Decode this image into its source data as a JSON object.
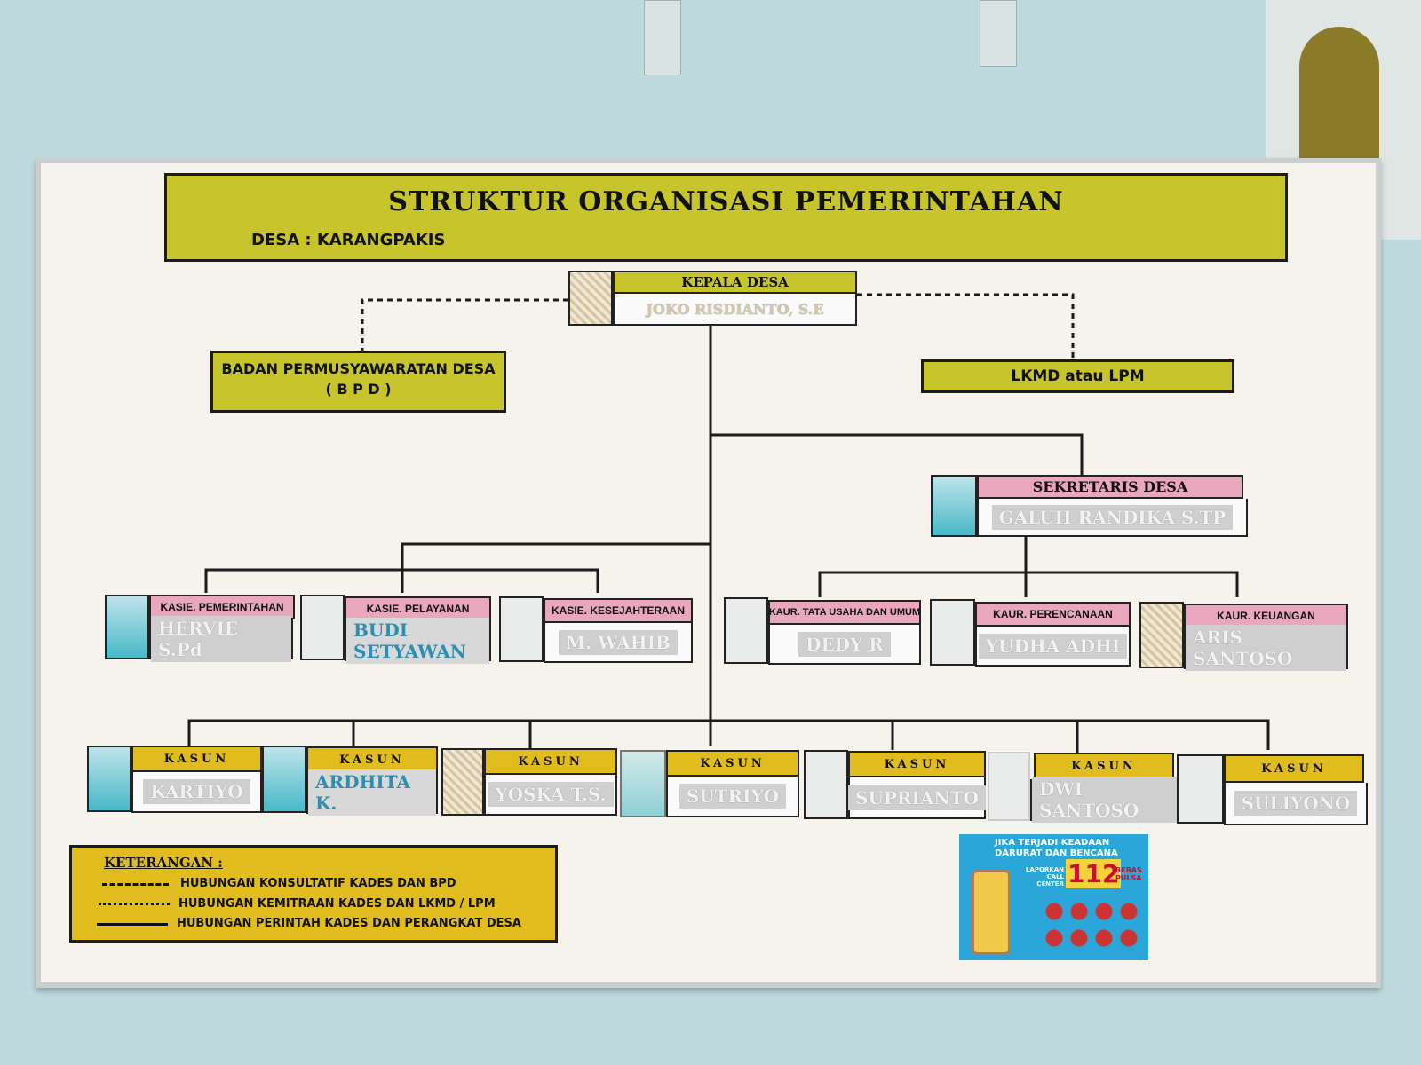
{
  "title": "STRUKTUR ORGANISASI PEMERINTAHAN",
  "village": "DESA : KARANGPAKIS",
  "head": {
    "role": "KEPALA DESA",
    "name": "JOKO RISDIANTO, S.E"
  },
  "bpd": {
    "line1": "BADAN PERMUSYAWARATAN DESA",
    "line2": "( B P D )"
  },
  "lkmd": "LKMD atau LPM",
  "secretary": {
    "role": "SEKRETARIS DESA",
    "name": "GALUH RANDIKA S.TP"
  },
  "kasie": [
    {
      "role": "KASIE. PEMERINTAHAN",
      "name": "HERVIE S.Pd"
    },
    {
      "role": "KASIE. PELAYANAN",
      "name": "BUDI SETYAWAN"
    },
    {
      "role": "KASIE. KESEJAHTERAAN",
      "name": "M. WAHIB"
    }
  ],
  "kaur": [
    {
      "role": "KAUR. TATA USAHA DAN UMUM",
      "name": "DEDY R"
    },
    {
      "role": "KAUR. PERENCANAAN",
      "name": "YUDHA ADHI"
    },
    {
      "role": "KAUR. KEUANGAN",
      "name": "ARIS SANTOSO"
    }
  ],
  "kasun": [
    {
      "role": "KASUN",
      "name": "KARTIYO"
    },
    {
      "role": "KASUN",
      "name": "ARDHITA K."
    },
    {
      "role": "KASUN",
      "name": "YOSKA T.S."
    },
    {
      "role": "KASUN",
      "name": "SUTRIYO"
    },
    {
      "role": "KASUN",
      "name": "SUPRIANTO"
    },
    {
      "role": "KASUN",
      "name": "DWI SANTOSO"
    },
    {
      "role": "KASUN",
      "name": "SULIYONO"
    }
  ],
  "legend": {
    "title": "KETERANGAN :",
    "items": [
      "HUBUNGAN KONSULTATIF KADES DAN BPD",
      "HUBUNGAN KEMITRAAN KADES DAN LKMD / LPM",
      "HUBUNGAN PERINTAH KADES DAN PERANGKAT DESA"
    ]
  },
  "poster": {
    "line1": "JIKA TERJADI KEADAAN",
    "line2": "DARURAT DAN BENCANA",
    "call": "LAPORKAN CALL CENTER",
    "number": "112",
    "free": "BEBAS PULSA"
  }
}
